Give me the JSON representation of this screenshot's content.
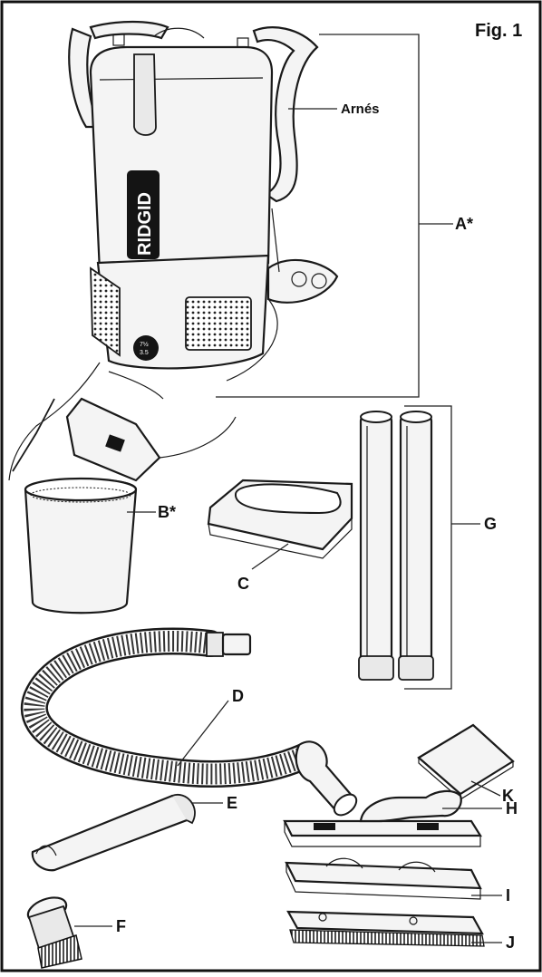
{
  "figure": {
    "label": "Fig. 1"
  },
  "device": {
    "brand": "RIDGID",
    "badge_top": "7½",
    "badge_bottom": "3.5"
  },
  "callouts": {
    "harness": "Arnés",
    "A": "A*",
    "B": "B*",
    "C": "C",
    "D": "D",
    "E": "E",
    "F": "F",
    "G": "G",
    "H": "H",
    "I": "I",
    "J": "J",
    "K": "K"
  }
}
